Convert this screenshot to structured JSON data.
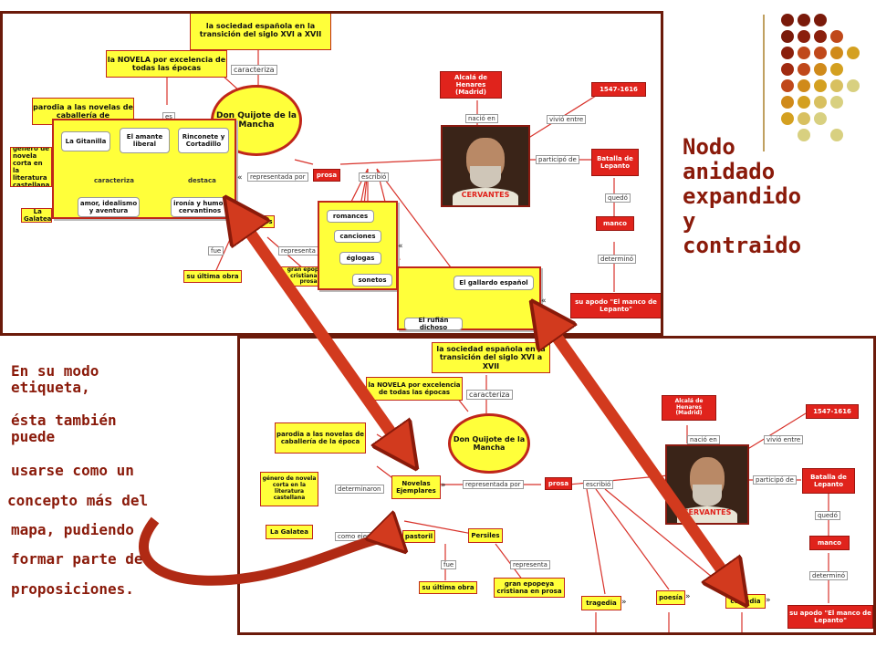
{
  "side_title": "Nodo\nanidado\nexpandido\ny\ncontraido",
  "description_lines": [
    "En su modo",
    "etiqueta,",
    "ésta también",
    "puede",
    " usarse como un",
    "concepto más del",
    " mapa, pudiendo",
    " formar parte de",
    " proposiciones."
  ],
  "colors": {
    "accent": "#8a1a0a",
    "node_red": "#e0231c",
    "node_yellow": "#ffff3a",
    "arrow": "#d23a1e"
  },
  "top_map": {
    "nodes": {
      "sociedad": "la sociedad española en la transición del siglo XVI a XVII",
      "novela": "la NOVELA por excelencia de todas las épocas",
      "parodia": "parodia a las novelas de caballería de",
      "quijote": "Don Quijote de la Mancha",
      "genero": "género de novela corta en la literatura castellana",
      "galatea": "La Galatea",
      "gitanilla": "La Gitanilla",
      "amante": "El amante liberal",
      "rinconete": "Rinconete y Cortadillo",
      "amor": "amor, idealismo y aventura",
      "ironia": "ironía y humor cervantinos",
      "persiles": "Persiles",
      "ultima": "su última obra",
      "epopeya": "gran epopeya cristiana en prosa",
      "prosa": "prosa",
      "romances": "romances",
      "canciones": "canciones",
      "eglogas": "églogas",
      "sonetos": "sonetos",
      "gallardo": "El gallardo español",
      "rufian": "El rufián dichoso",
      "alcala": "Alcalá de Henares (Madrid)",
      "fechas": "1547-1616",
      "batalla": "Batalla de Lepanto",
      "manco": "manco",
      "apodo": "su apodo \"El manco de Lepanto\"",
      "portrait_name": "CERVANTES"
    },
    "links": {
      "caracteriza": "caracteriza",
      "caracteriza2": "caracteriza",
      "destaca": "destaca",
      "representada_por": "representada por",
      "escribio": "escribió",
      "nacio_en": "nació en",
      "vivio_entre": "vivió entre",
      "participo_de": "participó de",
      "quedo": "quedó",
      "determino": "determinó",
      "fue": "fue",
      "representa": "representa",
      "es": "es"
    }
  },
  "bottom_map": {
    "nodes": {
      "sociedad": "la sociedad española en la transición del siglo XVI a XVII",
      "novela": "la NOVELA por excelencia de todas las épocas",
      "parodia": "parodia a las novelas de caballería de la época",
      "quijote": "Don Quijote de la Mancha",
      "genero": "género de novela corta en la literatura castellana",
      "novelas": "Novelas Ejemplares",
      "galatea": "La Galatea",
      "pastoril": "pastoril",
      "persiles": "Persiles",
      "ultima": "su última obra",
      "epopeya": "gran epopeya cristiana en prosa",
      "prosa": "prosa",
      "tragedia": "tragedia",
      "poesia": "poesía",
      "comedia": "comedia",
      "alcala": "Alcalá de Henares (Madrid)",
      "fechas": "1547-1616",
      "batalla": "Batalla de Lepanto",
      "manco": "manco",
      "apodo": "su apodo \"El manco de Lepanto\"",
      "portrait_name": "CERVANTES"
    },
    "links": {
      "caracteriza": "caracteriza",
      "determinaron": "determinaron",
      "representada_por": "representada por",
      "escribio": "escribió",
      "como_ejemplo": "como ejemplo",
      "fue": "fue",
      "representa": "representa",
      "nacio_en": "nació en",
      "vivio_entre": "vivió entre",
      "participo_de": "participó de",
      "quedo": "quedó",
      "determino": "determinó"
    }
  }
}
